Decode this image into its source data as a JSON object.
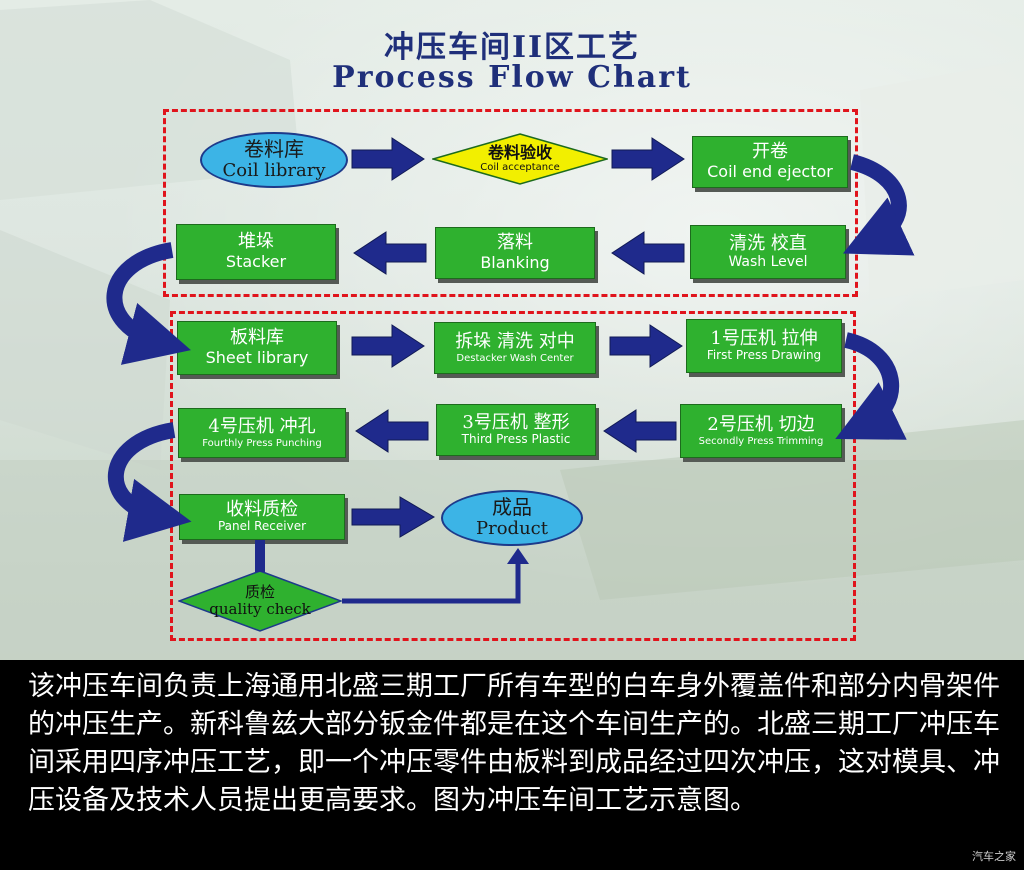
{
  "title": {
    "cn": "冲压车间II区工艺",
    "en": "Process Flow Chart"
  },
  "nodes": {
    "coil_library": {
      "cn": "卷料库",
      "en": "Coil library"
    },
    "coil_acceptance": {
      "cn": "卷料验收",
      "en": "Coil   acceptance"
    },
    "coil_end_ejector": {
      "cn": "开卷",
      "en": "Coil end ejector"
    },
    "wash_level": {
      "cn": "清洗 校直",
      "en": "Wash Level"
    },
    "blanking": {
      "cn": "落料",
      "en": "Blanking"
    },
    "stacker": {
      "cn": "堆垛",
      "en": "Stacker"
    },
    "sheet_library": {
      "cn": "板料库",
      "en": "Sheet library"
    },
    "destacker": {
      "cn": "拆垛 清洗 对中",
      "en": "Destacker Wash Center"
    },
    "first_press": {
      "cn": "1号压机 拉伸",
      "en": "First Press Drawing"
    },
    "second_press": {
      "cn": "2号压机 切边",
      "en": "Secondly Press Trimming"
    },
    "third_press": {
      "cn": "3号压机 整形",
      "en": "Third Press Plastic"
    },
    "fourth_press": {
      "cn": "4号压机 冲孔",
      "en": "Fourthly Press Punching"
    },
    "panel_receiver": {
      "cn": "收料质检",
      "en": "Panel Receiver"
    },
    "product": {
      "cn": "成品",
      "en": "Product"
    },
    "quality_check": {
      "cn": "质检",
      "en": "quality check"
    }
  },
  "caption": {
    "text": "该冲压车间负责上海通用北盛三期工厂所有车型的白车身外覆盖件和部分内骨架件的冲压生产。新科鲁兹大部分钣金件都是在这个车间生产的。北盛三期工厂冲压车间采用四序冲压工艺，即一个冲压零件由板料到成品经过四次冲压，这对模具、冲压设备及技术人员提出更高要求。图为冲压车间工艺示意图。"
  },
  "watermark": "汽车之家",
  "colors": {
    "process_box": "#2fb12f",
    "terminal_ellipse": "#3cb4e6",
    "decision_diamond": "#f2ef00",
    "arrow": "#1f2a8c",
    "region_border": "#e0141c",
    "title": "#1f2f7a"
  }
}
